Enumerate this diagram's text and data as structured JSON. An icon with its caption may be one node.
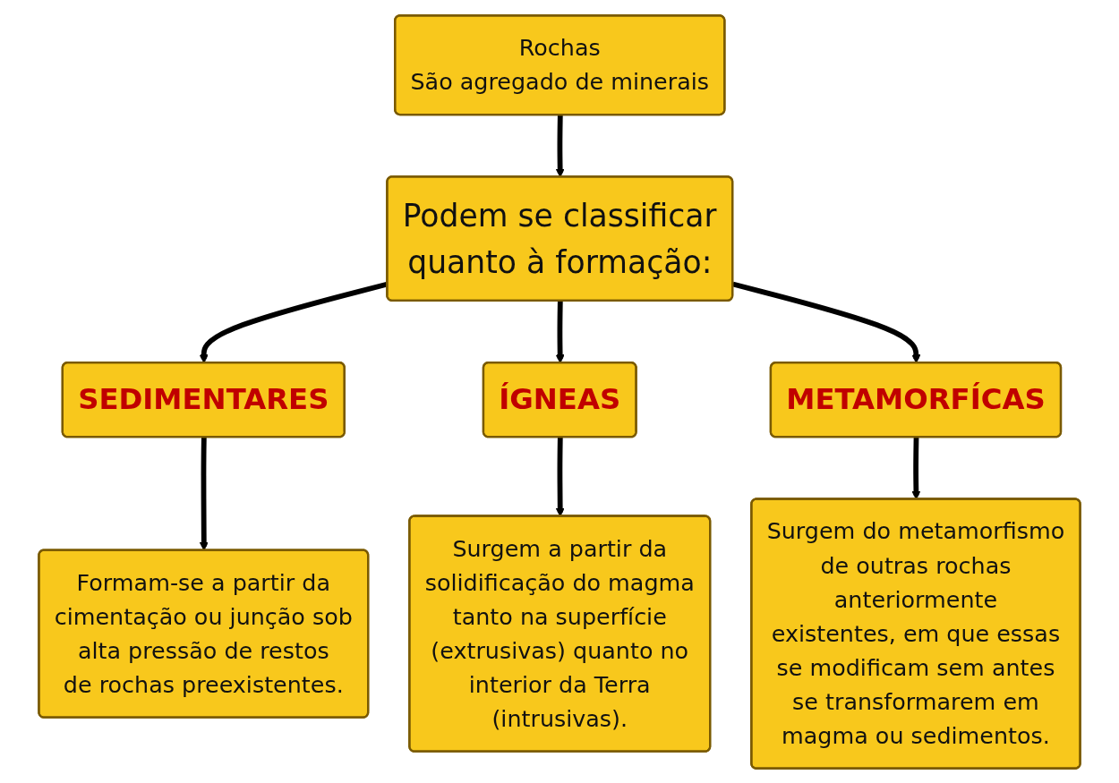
{
  "diagram": {
    "nodes": [
      {
        "text": [
          "Rochas",
          "São agregado de minerais"
        ]
      },
      {
        "text": [
          "Podem se classificar quanto à formação:"
        ]
      },
      {
        "text": [
          "SEDIMENTARES"
        ]
      },
      {
        "text": [
          "ÍGNEAS"
        ]
      },
      {
        "text": [
          "METAMORFÍCAS"
        ]
      },
      {
        "text": [
          "Formam-se a partir da cimentação ou junção sob alta pressão de restos de rochas preexistentes."
        ]
      },
      {
        "text": [
          "Surgem a partir da solidificação do magma tanto na superfície (extrusivas) quanto no interior da Terra (intrusivas)."
        ]
      },
      {
        "text": [
          "Surgem do metamorfismo de outras rochas anteriormente existentes, em que essas se modificam sem antes se transformarem em magma ou sedimentos."
        ]
      }
    ],
    "edges": [
      {
        "from": 0,
        "to": 1,
        "arrow": "to"
      },
      {
        "from": 1,
        "to": 2,
        "arrow": "to"
      },
      {
        "from": 1,
        "to": 3,
        "arrow": "to"
      },
      {
        "from": 1,
        "to": 4,
        "arrow": "to"
      },
      {
        "from": 2,
        "to": 5,
        "arrow": "to"
      },
      {
        "from": 3,
        "to": 6,
        "arrow": "to"
      },
      {
        "from": 4,
        "to": 7,
        "arrow": "to"
      }
    ]
  }
}
